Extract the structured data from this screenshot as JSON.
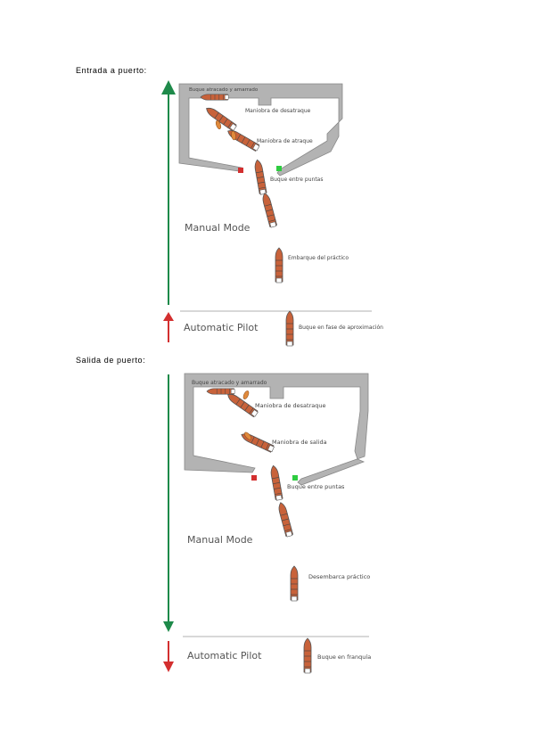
{
  "entry": {
    "title": "Entrada a puerto:",
    "labels": {
      "moored": "Buque atracado y amarrado",
      "unberthing": "Maniobra de desatraque",
      "berthing": "Maniobra de atraque",
      "between_points": "Buque entre puntas",
      "manual_mode": "Manual Mode",
      "pilot": "Embarque del práctico",
      "auto_pilot": "Automatic Pilot",
      "approach": "Buque en fase de aproximación"
    }
  },
  "exit": {
    "title": "Salida de puerto:",
    "labels": {
      "moored": "Buque atracado y amarrado",
      "unberthing": "Maniobra de desatraque",
      "departure": "Maniobra de salida",
      "between_points": "Buque entre puntas",
      "manual_mode": "Manual Mode",
      "pilot": "Desembarca práctico",
      "auto_pilot": "Automatic Pilot",
      "anchor": "Buque en franquía"
    }
  },
  "colors": {
    "dock": "#b3b3b3",
    "dock_edge": "#888888",
    "ship_hull": "#c8623a",
    "ship_outline": "#555555",
    "tug": "#e08a3c",
    "green_arrow": "#1e8a4a",
    "red_arrow": "#d32f2f",
    "port_light": "#d32f2f",
    "starboard_light": "#2ecc40"
  }
}
